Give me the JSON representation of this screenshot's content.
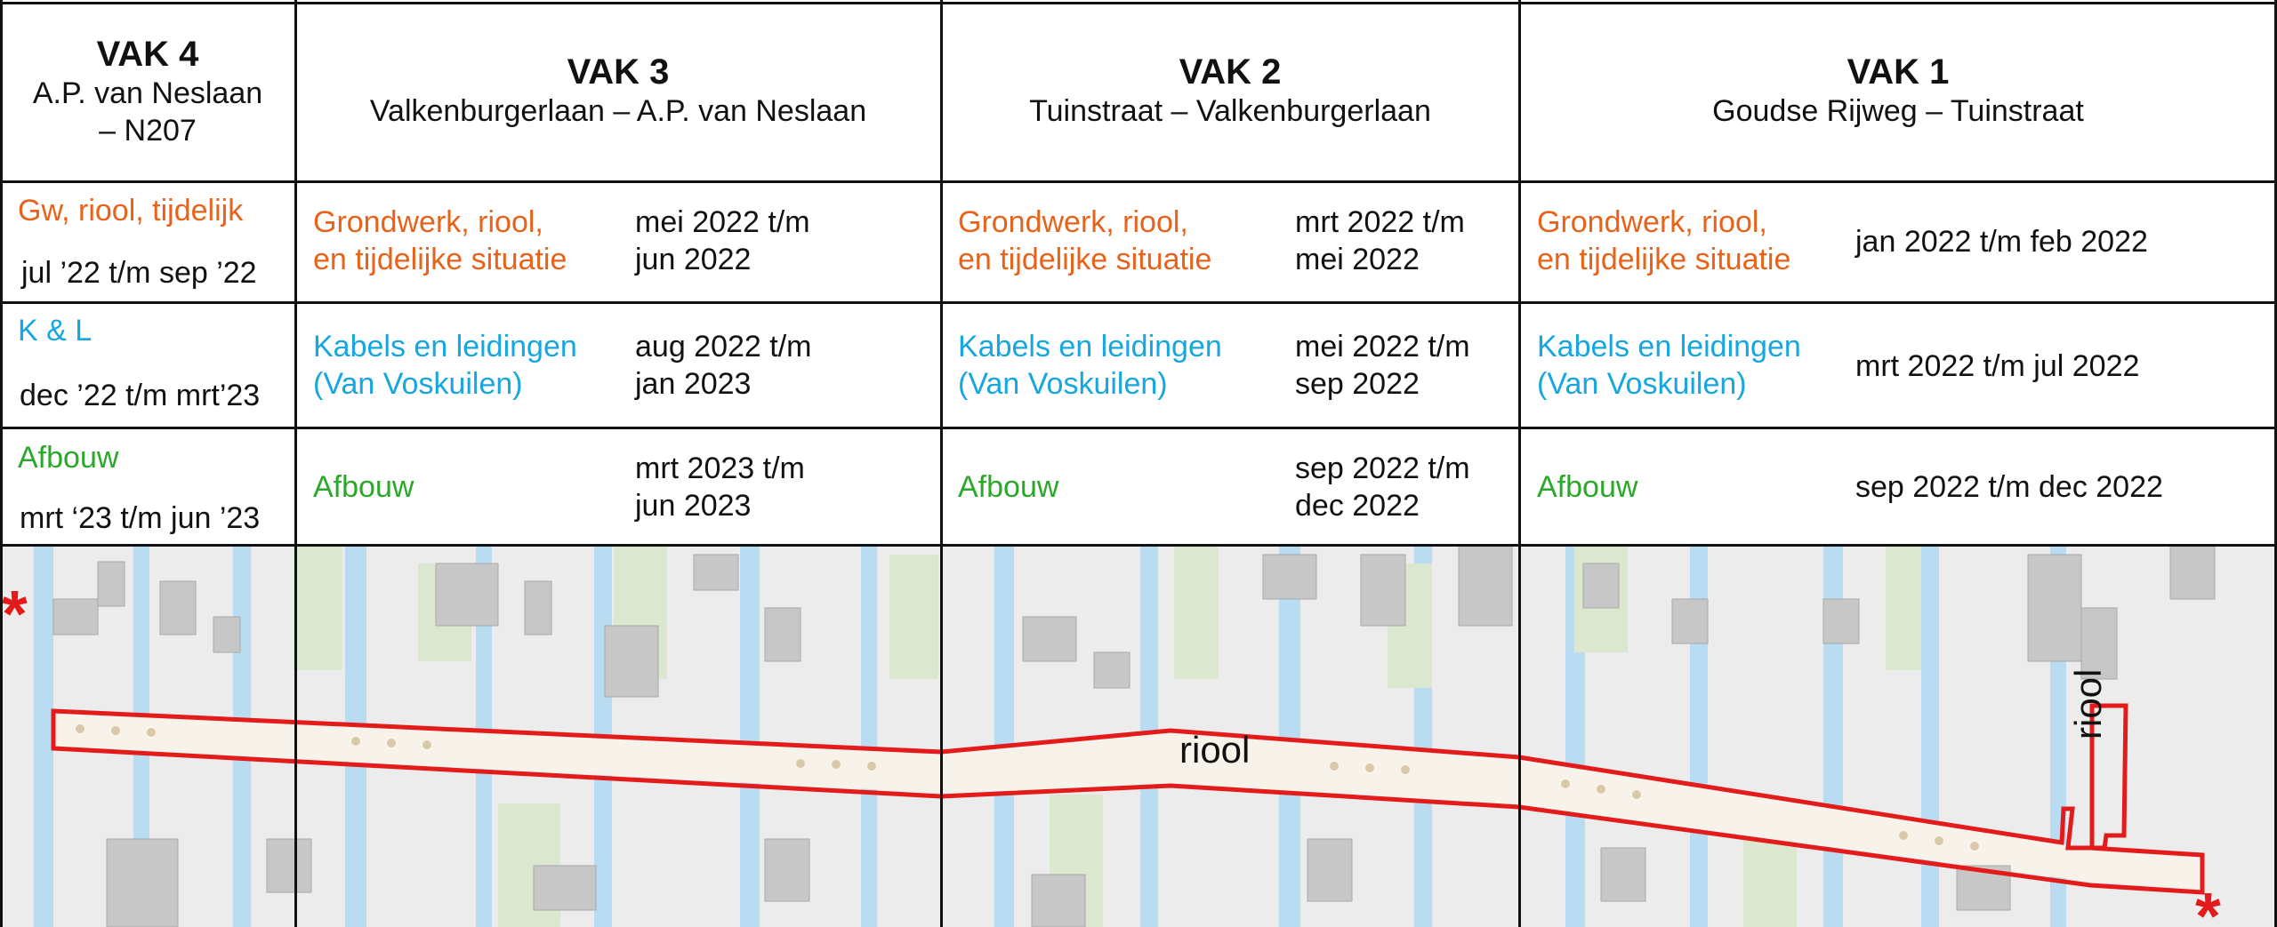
{
  "columns": [
    {
      "vak": "VAK 4",
      "route_lines": [
        "A.P. van Neslaan",
        "– N207"
      ]
    },
    {
      "vak": "VAK 3",
      "route_lines": [
        "Valkenburgerlaan – A.P. van Neslaan"
      ]
    },
    {
      "vak": "VAK 2",
      "route_lines": [
        "Tuinstraat – Valkenburgerlaan"
      ]
    },
    {
      "vak": "VAK 1",
      "route_lines": [
        "Goudse Rijweg – Tuinstraat"
      ]
    }
  ],
  "rows": [
    {
      "vak4": {
        "phase": "Gw, riool, tijdelijk",
        "date": "jul ’22 t/m sep ’22"
      },
      "vak3": {
        "phase": [
          "Grondwerk, riool,",
          "en tijdelijke situatie"
        ],
        "date": [
          "mei 2022 t/m",
          "jun 2022"
        ]
      },
      "vak2": {
        "phase": [
          "Grondwerk, riool,",
          "en tijdelijke situatie"
        ],
        "date": [
          "mrt 2022 t/m",
          "mei 2022"
        ]
      },
      "vak1": {
        "phase": [
          "Grondwerk, riool,",
          "en tijdelijke situatie"
        ],
        "date": [
          "jan 2022 t/m feb 2022"
        ]
      }
    },
    {
      "vak4": {
        "phase": "K & L",
        "date": "dec ’22 t/m mrt’23"
      },
      "vak3": {
        "phase": [
          "Kabels en leidingen",
          "(Van Voskuilen)"
        ],
        "date": [
          "aug 2022 t/m",
          "jan 2023"
        ]
      },
      "vak2": {
        "phase": [
          "Kabels en leidingen",
          "(Van Voskuilen)"
        ],
        "date": [
          "mei 2022 t/m",
          "sep 2022"
        ]
      },
      "vak1": {
        "phase": [
          "Kabels en leidingen",
          "(Van Voskuilen)"
        ],
        "date": [
          "mrt 2022 t/m jul 2022"
        ]
      }
    },
    {
      "vak4": {
        "phase": "Afbouw",
        "date": "mrt ‘23 t/m jun ’23"
      },
      "vak3": {
        "phase": [
          "Afbouw"
        ],
        "date": [
          "mrt 2023 t/m",
          "jun 2023"
        ]
      },
      "vak2": {
        "phase": [
          "Afbouw"
        ],
        "date": [
          "sep 2022 t/m",
          "dec 2022"
        ]
      },
      "vak1": {
        "phase": [
          "Afbouw"
        ],
        "date": [
          "sep 2022 t/m dec 2022"
        ]
      }
    }
  ],
  "map": {
    "riool_label": "riool",
    "riool_label_vertical": "riool",
    "asterisk": "*"
  },
  "colors": {
    "grondwerk": "#e8621a",
    "kabels": "#16a6e0",
    "afbouw": "#2aa829",
    "outline": "#e31b1b"
  }
}
